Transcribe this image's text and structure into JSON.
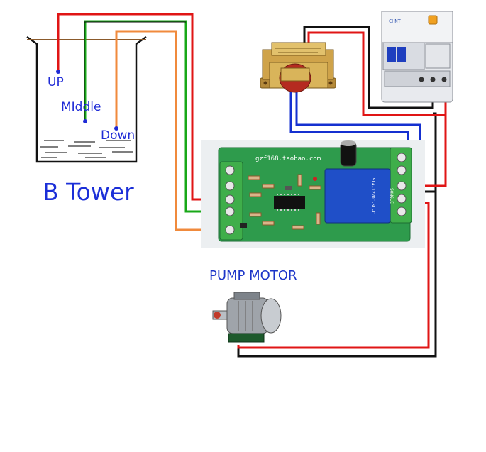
{
  "labels": {
    "up": "UP",
    "middle": "MIddle",
    "down": "Down",
    "tower": "B Tower",
    "pump": "PUMP MOTOR"
  },
  "components": {
    "pcb_silkscreen": "gzf168.taobao.com",
    "breaker_brand": "CHNT",
    "relay_model": "SLA-12VDC-SL-C",
    "relay_brand": "SONGLE"
  },
  "colors": {
    "wire_red": "#e01515",
    "wire_green": "#18a818",
    "wire_orange": "#f08a3c",
    "wire_blue": "#1530d0",
    "wire_black": "#111111",
    "wire_darkred": "#8b1010",
    "label_blue": "#1f2bd6",
    "pcb_green": "#2e9b4c",
    "relay_blue": "#1f4fc8"
  }
}
